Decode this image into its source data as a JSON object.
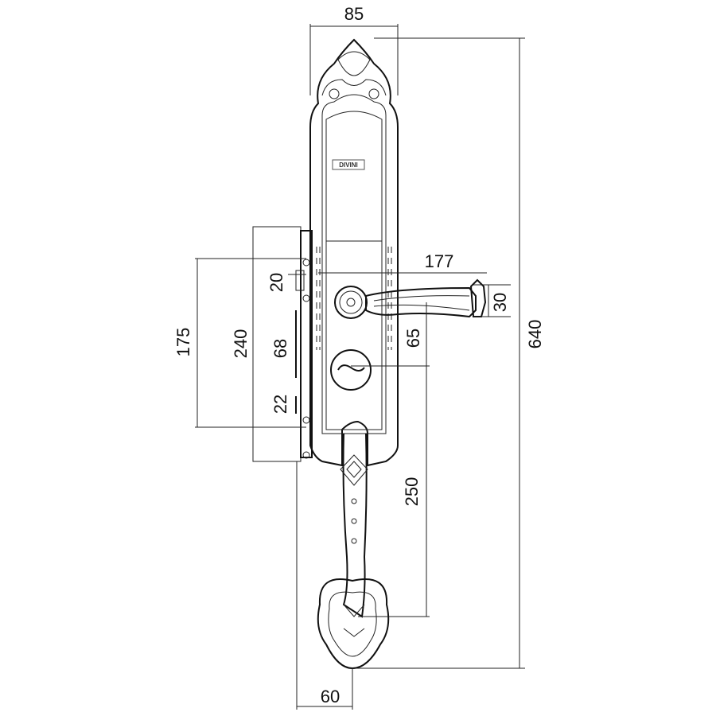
{
  "diagram": {
    "logo_text": "DIVINI",
    "dimensions": {
      "plate_width": "85",
      "total_height": "640",
      "handle_length": "177",
      "handle_height": "30",
      "knob_to_cylinder": "65",
      "cylinder_to_grip": "250",
      "grip_projection": "60",
      "lock_body_height": "240",
      "strike_spacing": "175",
      "latch_offset": "20",
      "deadbolt_span": "68",
      "bolt_height": "22"
    },
    "colors": {
      "line": "#222222",
      "background": "#ffffff"
    }
  }
}
